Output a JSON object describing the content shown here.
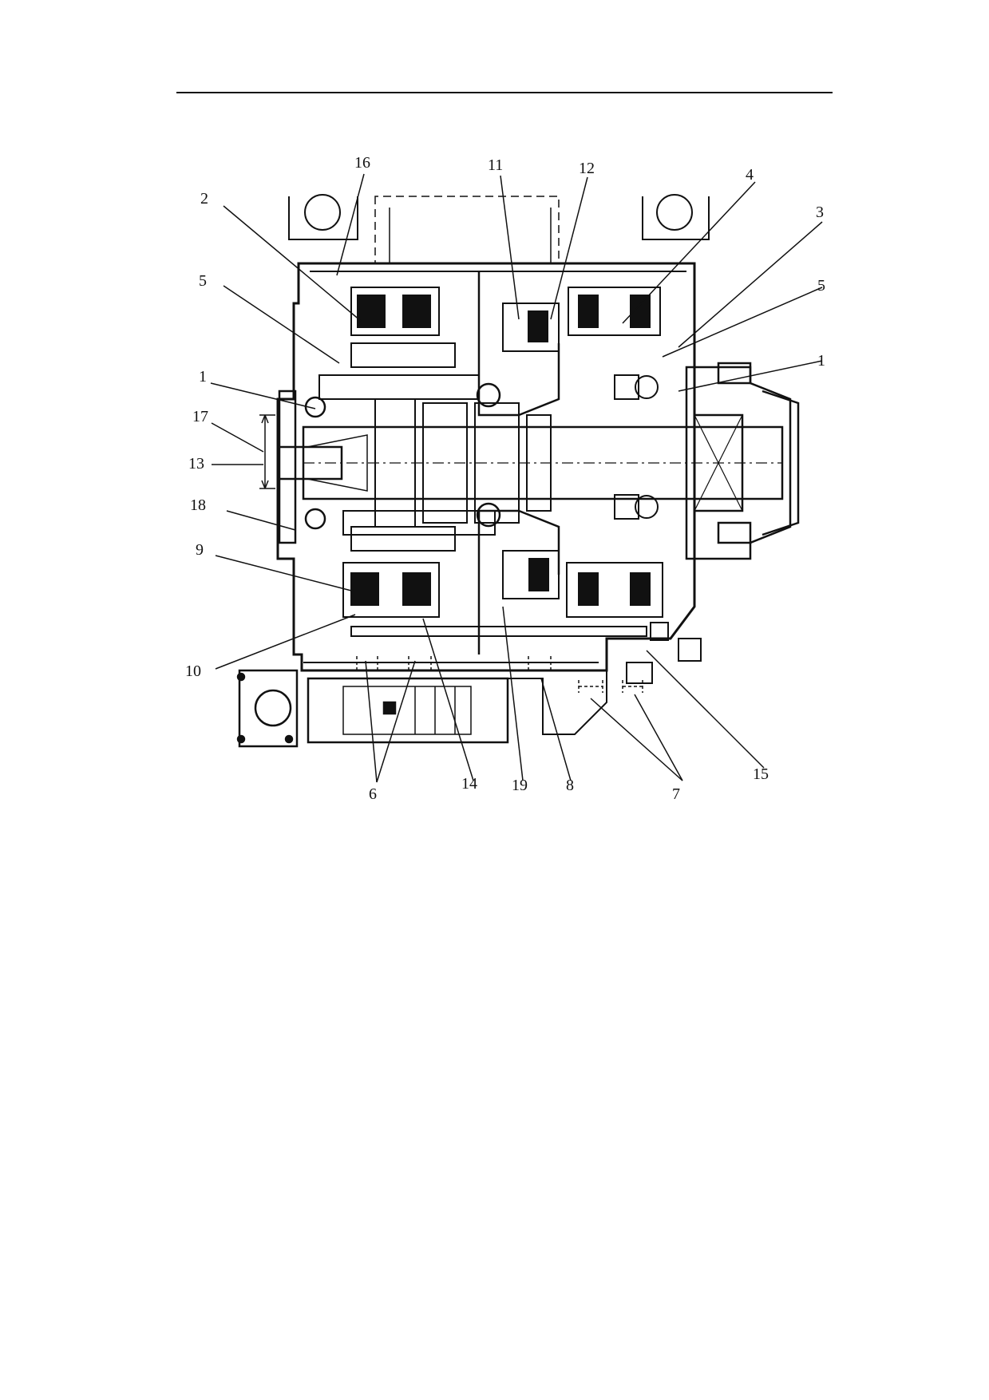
{
  "labels": {
    "l16": "16",
    "l11": "11",
    "l12": "12",
    "l4": "4",
    "l3": "3",
    "l2": "2",
    "l5_left": "5",
    "l5_right": "5",
    "l1_left": "1",
    "l1_right": "1",
    "l17": "17",
    "l13": "13",
    "l18": "18",
    "l9": "9",
    "l10": "10",
    "l6": "6",
    "l14": "14",
    "l19": "19",
    "l8": "8",
    "l7": "7",
    "l15": "15"
  }
}
